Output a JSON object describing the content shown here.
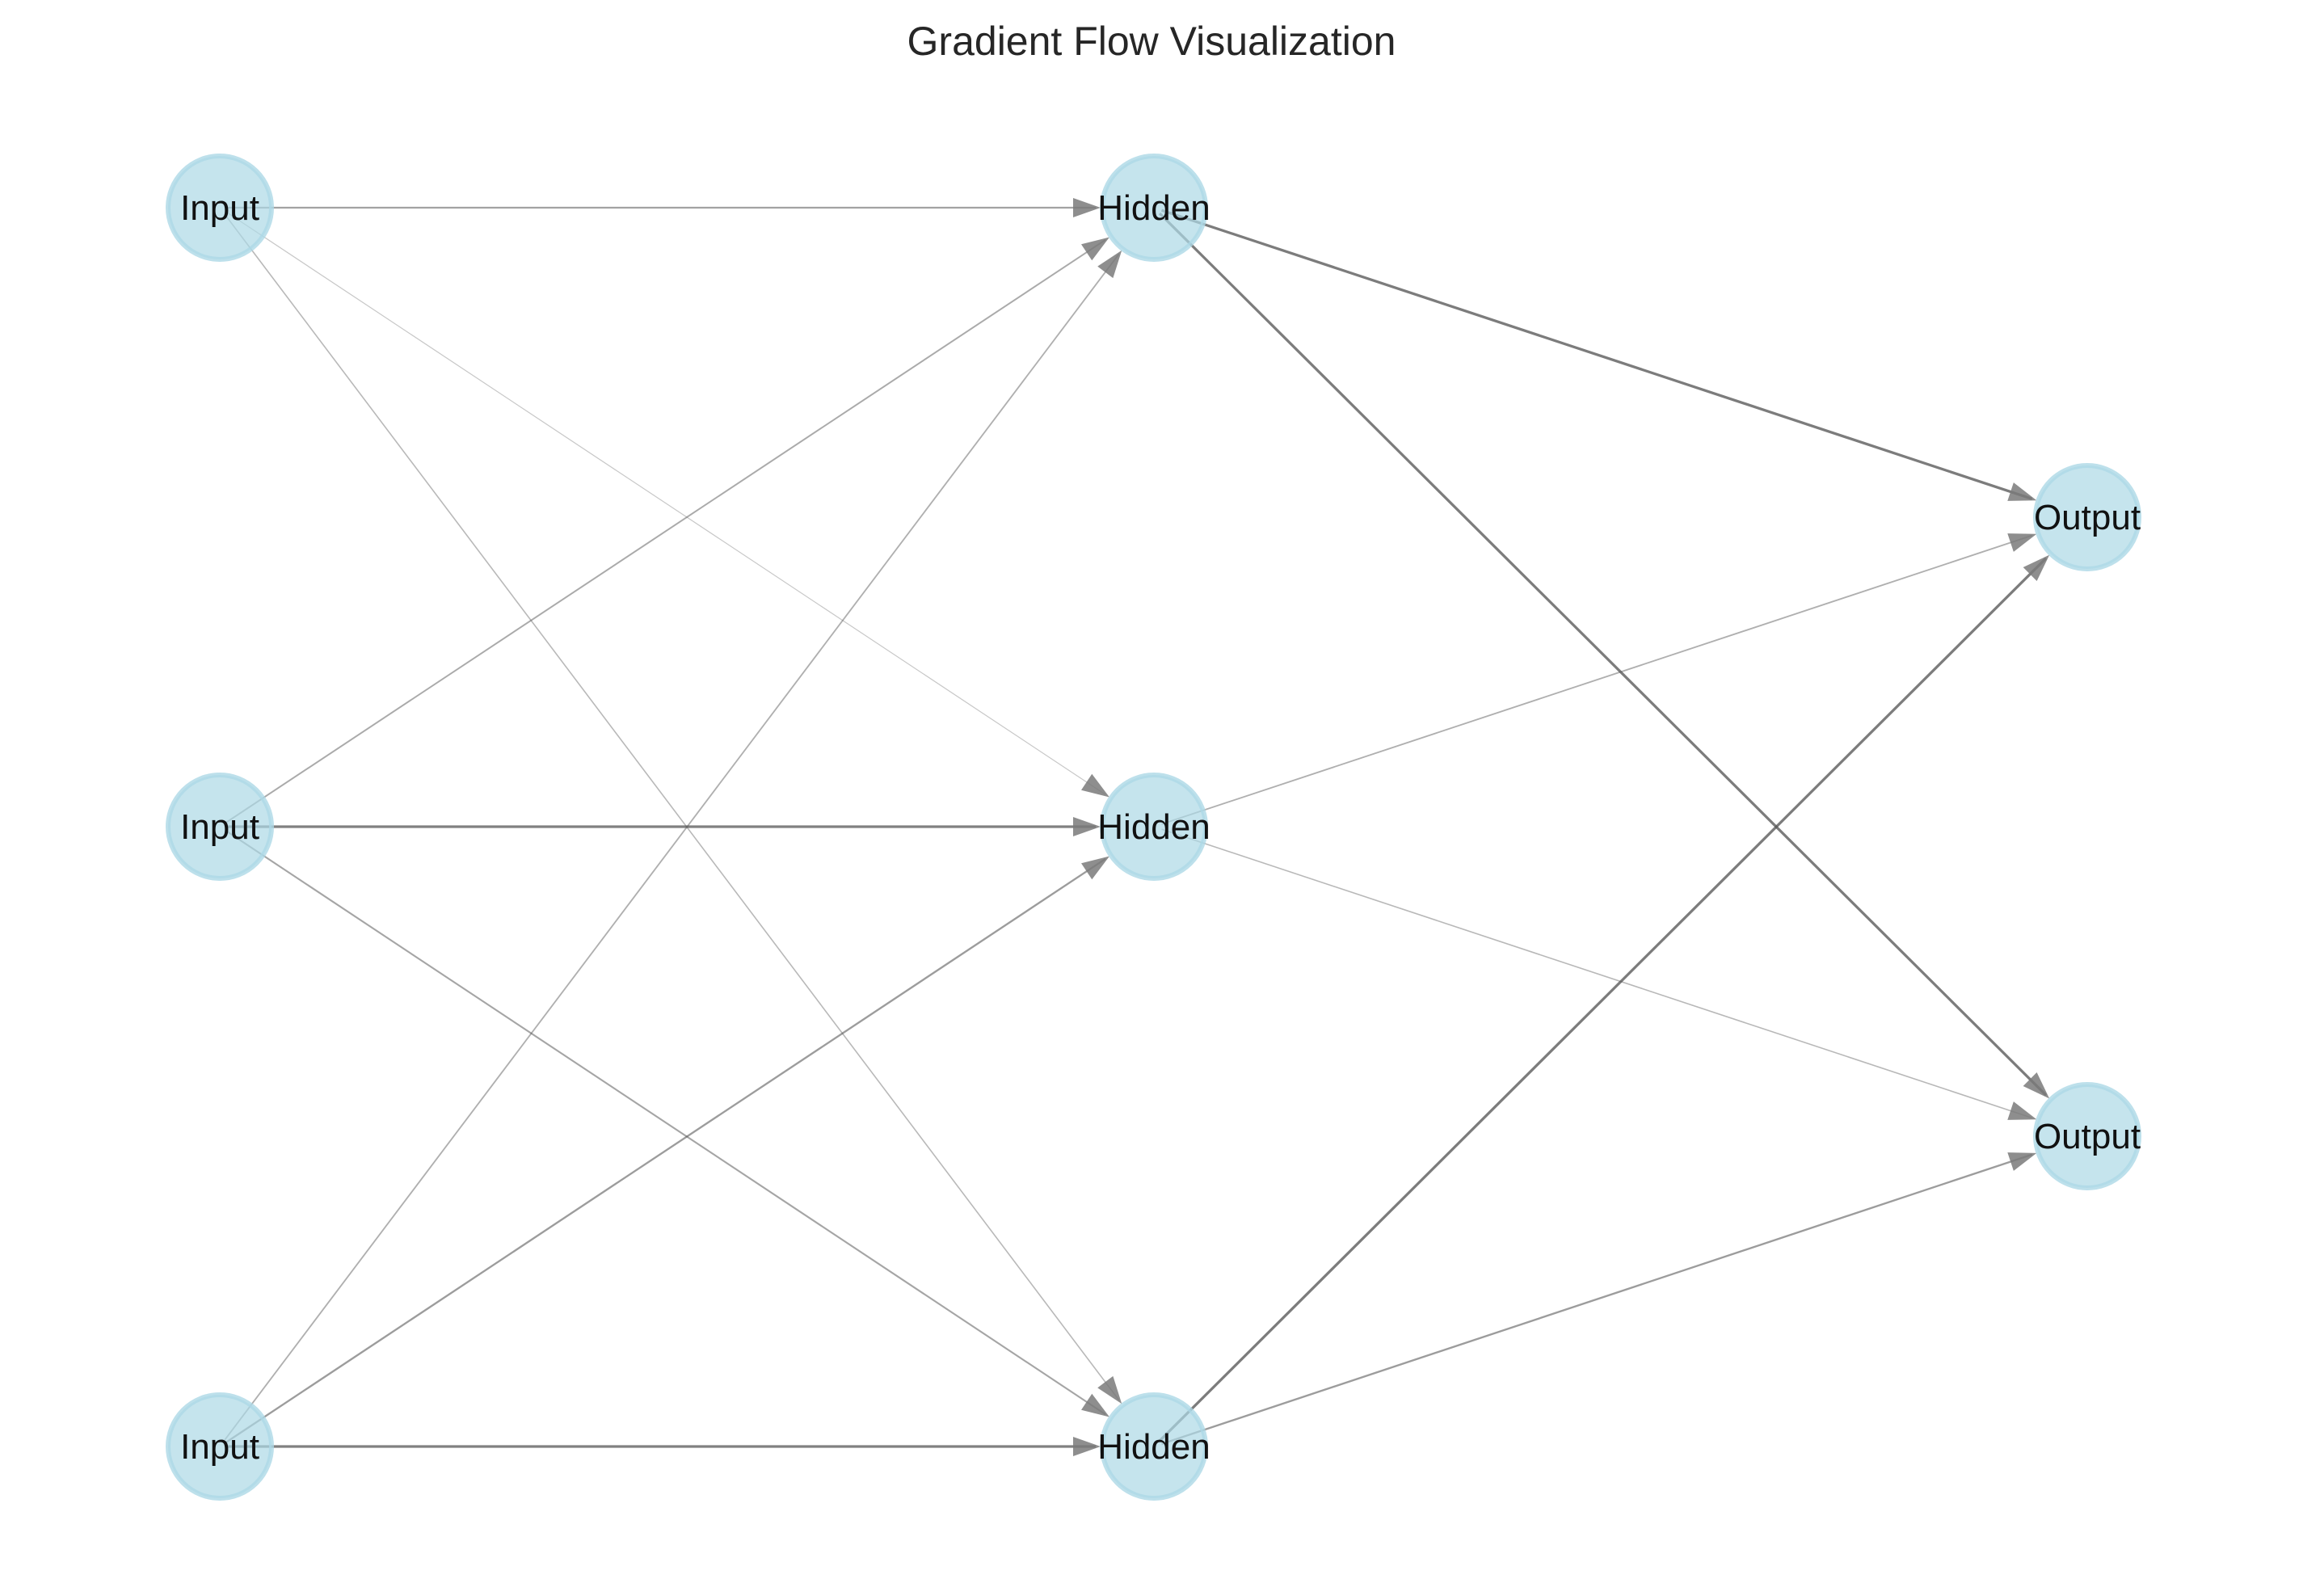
{
  "title": "Gradient Flow Visualization",
  "colors": {
    "node_fill": "#add8e6",
    "edge": "#555555",
    "background": "#ffffff"
  },
  "nodes": [
    {
      "id": "i0",
      "layer": "input",
      "label": "Input"
    },
    {
      "id": "i1",
      "layer": "input",
      "label": "Input"
    },
    {
      "id": "i2",
      "layer": "input",
      "label": "Input"
    },
    {
      "id": "h0",
      "layer": "hidden",
      "label": "Hidden"
    },
    {
      "id": "h1",
      "layer": "hidden",
      "label": "Hidden"
    },
    {
      "id": "h2",
      "layer": "hidden",
      "label": "Hidden"
    },
    {
      "id": "o0",
      "layer": "output",
      "label": "Output"
    },
    {
      "id": "o1",
      "layer": "output",
      "label": "Output"
    }
  ],
  "edges": [
    {
      "from": "i0",
      "to": "h0",
      "weight": 0.55
    },
    {
      "from": "i0",
      "to": "h1",
      "weight": 0.15
    },
    {
      "from": "i0",
      "to": "h2",
      "weight": 0.3
    },
    {
      "from": "i1",
      "to": "h0",
      "weight": 0.45
    },
    {
      "from": "i1",
      "to": "h1",
      "weight": 0.9
    },
    {
      "from": "i1",
      "to": "h2",
      "weight": 0.5
    },
    {
      "from": "i2",
      "to": "h0",
      "weight": 0.4
    },
    {
      "from": "i2",
      "to": "h1",
      "weight": 0.6
    },
    {
      "from": "i2",
      "to": "h2",
      "weight": 0.9
    },
    {
      "from": "h0",
      "to": "o0",
      "weight": 0.95
    },
    {
      "from": "h0",
      "to": "o1",
      "weight": 0.95
    },
    {
      "from": "h1",
      "to": "o0",
      "weight": 0.4
    },
    {
      "from": "h1",
      "to": "o1",
      "weight": 0.3
    },
    {
      "from": "h2",
      "to": "o0",
      "weight": 0.95
    },
    {
      "from": "h2",
      "to": "o1",
      "weight": 0.6
    }
  ]
}
